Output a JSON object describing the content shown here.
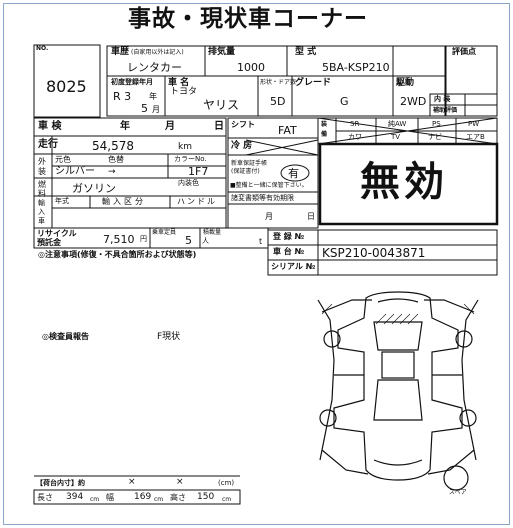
{
  "page_title": "事故・現状車コーナー",
  "lot": {
    "header": "NO.",
    "number": "8025"
  },
  "top": {
    "history_label": "車歴",
    "history_note": "(自家用以外は記入)",
    "history_value": "レンタカー",
    "displacement_label": "排気量",
    "displacement_value": "1000",
    "model_label": "型 式",
    "model_value": "5BA-KSP210",
    "score_label": "評価点"
  },
  "registration": {
    "label": "初度登録年月",
    "year_label": "年",
    "month_label": "月",
    "era": "R 3",
    "month": "5",
    "maker_label": "車 名",
    "maker": "トヨタ",
    "car_name": "ヤリス",
    "doors_label": "形状・ドア数",
    "doors": "5D",
    "grade_label": "グレード",
    "grade": "G",
    "drive_label": "駆動",
    "drive": "2WD",
    "interior_label": "内 装",
    "supplement_label": "補助評価"
  },
  "inspection": {
    "label": "車 検",
    "year": "年",
    "month": "月",
    "day": "日"
  },
  "mileage": {
    "label": "走行",
    "value": "54,578",
    "unit": "km"
  },
  "shift": {
    "label": "シフト",
    "value": "FAT"
  },
  "cooler": {
    "label": "冷 房"
  },
  "equipment": {
    "label": "装備",
    "headers": [
      "SR",
      "純AW",
      "PS",
      "PW"
    ],
    "items": [
      "カワ",
      "TV",
      "ナビ",
      "エアB"
    ]
  },
  "color": {
    "exterior_label": "外装",
    "original_label": "元色",
    "original_value": "シルバー",
    "arrow": "→",
    "current_label": "色替",
    "color_no_label": "カラーNo.",
    "color_no": "1F7",
    "interior_color_label": "内装色"
  },
  "fuel": {
    "label": "燃料",
    "value": "ガソリン"
  },
  "manual": {
    "label": "新車保証手帳 (保証書付)",
    "value": "有",
    "note": "■整備と一緒に保管下さい。"
  },
  "import": {
    "label": "輸入車",
    "year_label": "年式",
    "category_label": "輸入区分",
    "handle_label": "ハンドル"
  },
  "validity": {
    "label": "諸変書類等有効期限",
    "month": "月",
    "day": "日"
  },
  "recycle": {
    "label": "リサイクル預託金",
    "value": "7,510",
    "unit": "円"
  },
  "capacity": {
    "label": "乗車定員",
    "value": "5",
    "unit": "人"
  },
  "load": {
    "label": "積載量",
    "unit": "t"
  },
  "registration_no": {
    "label": "登 録 №"
  },
  "chassis": {
    "label": "車 台 №",
    "value": "KSP210-0043871"
  },
  "serial": {
    "label": "シリアル №"
  },
  "cautions_label": "◎注意事項(修復・不具合箇所および状態等)",
  "big_stamp": "無効",
  "inspector": {
    "label": "◎検査員報告",
    "value": "F現状"
  },
  "cargo": {
    "label": "【荷台内寸】約",
    "x1": "×",
    "x2": "×",
    "unit": "(cm)"
  },
  "dims": {
    "length_label": "長さ",
    "length": "394",
    "width_label": "幅",
    "width": "169",
    "height_label": "高さ",
    "height": "150",
    "unit": "cm"
  },
  "spare_label": "スペア"
}
